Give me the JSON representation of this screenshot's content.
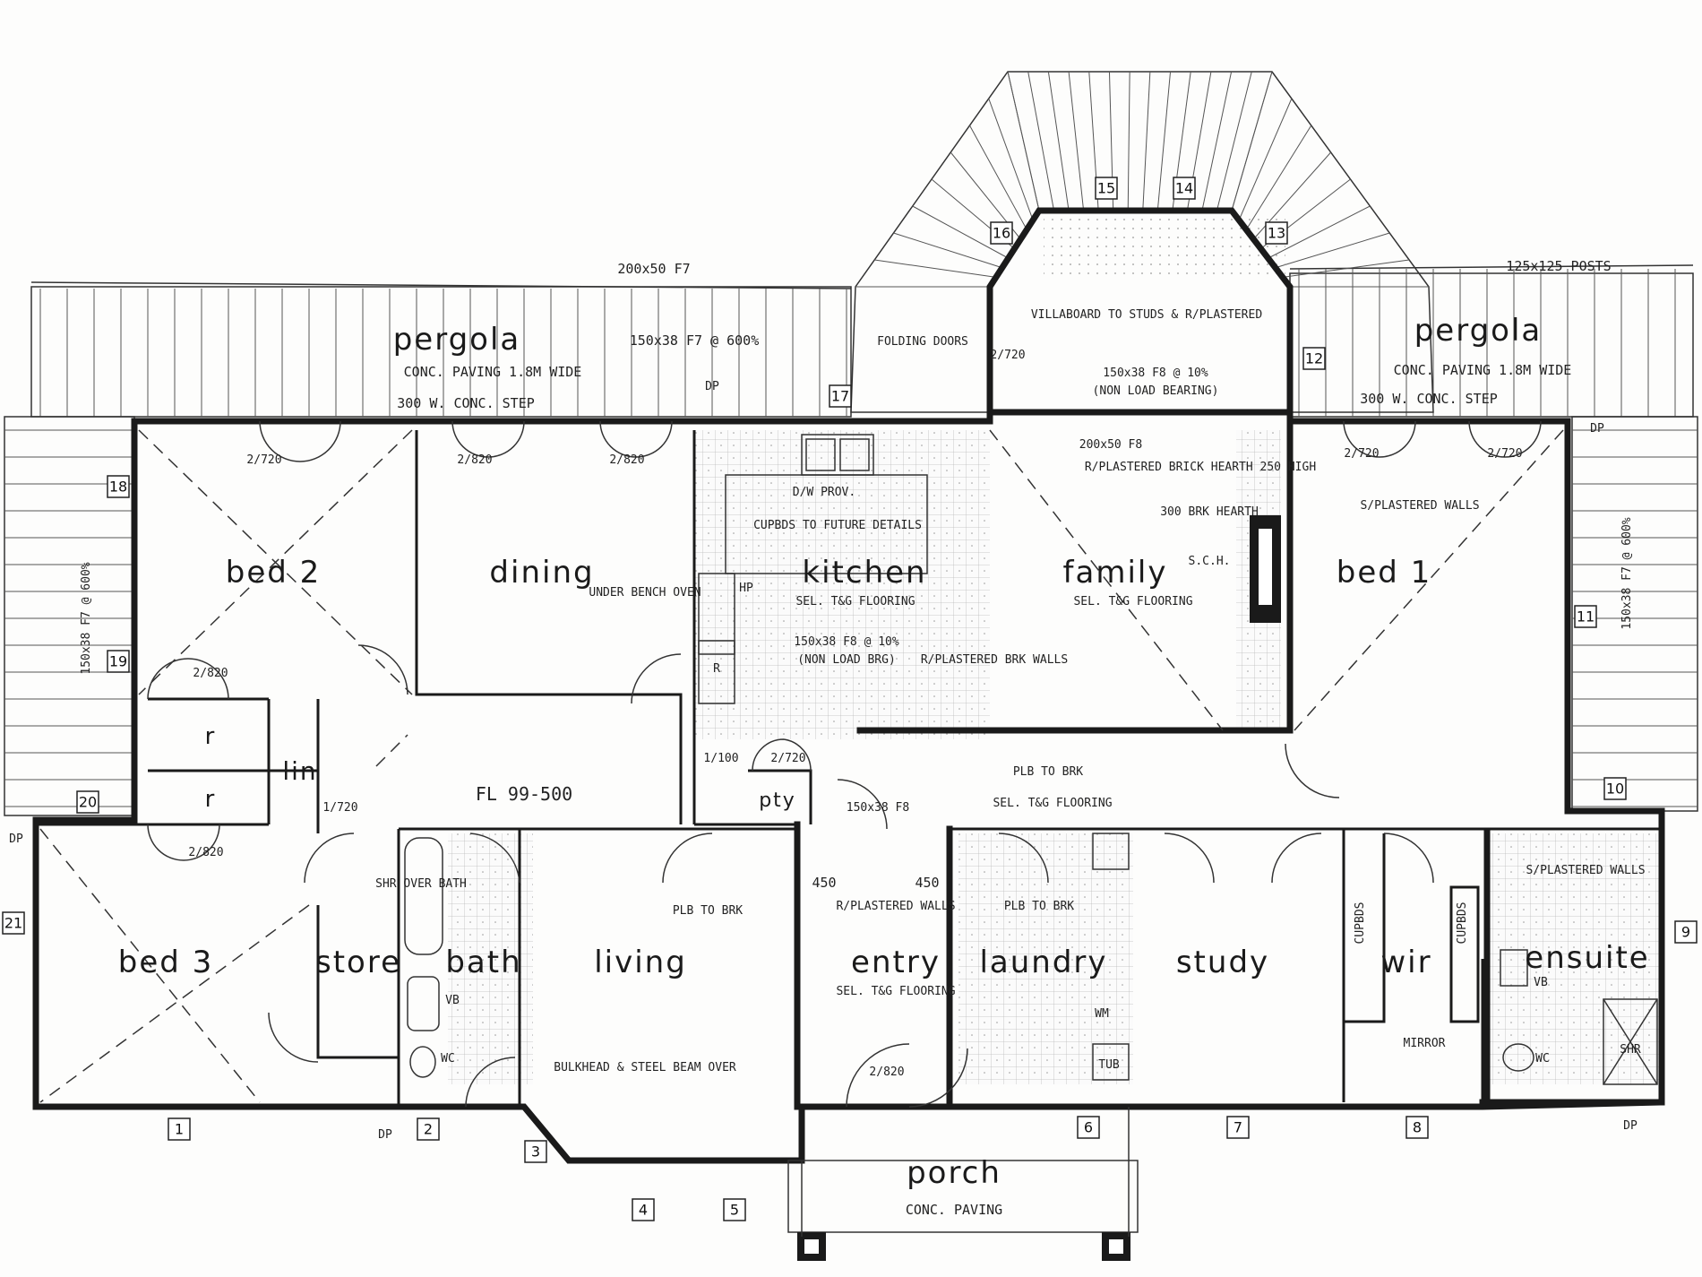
{
  "rooms": {
    "bed2": "bed 2",
    "dining": "dining",
    "kitchen": "kitchen",
    "family": "family",
    "bed1": "bed 1",
    "bed3": "bed 3",
    "store": "store",
    "bath": "bath",
    "living": "living",
    "entry": "entry",
    "laundry": "laundry",
    "study": "study",
    "wir": "wir",
    "ensuite": "ensuite",
    "porch": "porch",
    "pergola_left": "pergola",
    "pergola_right": "pergola",
    "lin": "lin",
    "r1": "r",
    "r2": "r",
    "pty": "pty"
  },
  "notes": {
    "floor_level": "FL 99-500",
    "pergola_left_paving": "CONC. PAVING 1.8M WIDE",
    "pergola_right_paving": "CONC. PAVING 1.8M WIDE",
    "step_left": "300 W. CONC. STEP",
    "step_right": "300 W. CONC. STEP",
    "beam_left": "200x50 F7",
    "rafters_left": "150x38 F7 @ 600%",
    "posts_right": "125x125 POSTS",
    "rafters_right": "150x38 F7 @ 600%",
    "weatherboard": "VILLABOARD TO STUDS & R/PLASTERED",
    "family_beam": "150x38 F8 @ 10%",
    "family_beam_note": "(NON LOAD BEARING)",
    "family_lintel": "200x50 F8",
    "hearth_wall": "R/PLASTERED BRICK HEARTH 250 HIGH",
    "hearth": "300 BRK HEARTH",
    "sch": "S.C.H.",
    "bed1_walls": "S/PLASTERED WALLS",
    "kitchen_prov": "D/W PROV.",
    "kitchen_cupboards": "CUPBDS TO FUTURE DETAILS",
    "kitchen_floor": "SEL. T&G FLOORING",
    "kitchen_beam": "150x38 F8 @ 10%",
    "kitchen_beam_note": "(NON LOAD BRG)",
    "under_bench": "UNDER BENCH OVEN",
    "hp": "HP",
    "fridge": "R",
    "family_floor": "SEL. T&G FLOORING",
    "plastered_brick": "R/PLASTERED BRK WALLS",
    "plb_hall": "PLB TO BRK",
    "hall_floor": "SEL. T&G FLOORING",
    "hall_beam": "150x38 F8",
    "living_plb": "PLB TO BRK",
    "bulkhead": "BULKHEAD & STEEL BEAM OVER",
    "entry_walls": "R/PLASTERED WALLS",
    "entry_floor": "SEL. T&G FLOORING",
    "laundry_plb": "PLB TO BRK",
    "shr_over_bath": "SHR OVER BATH",
    "vb": "VB",
    "wc": "WC",
    "tub": "TUB",
    "wm": "WM",
    "mirror": "MIRROR",
    "ensuite_walls": "S/PLASTERED WALLS",
    "shr": "SHR",
    "vb_ensuite": "VB",
    "wc_ensuite": "WC",
    "cupbds": "CUPBDS",
    "porch_paving": "CONC. PAVING",
    "folding_doors": "FOLDING DOORS",
    "dim_450_a": "450",
    "dim_450_b": "450",
    "dp": "DP",
    "door_2720": "2/720",
    "door_2820": "2/820",
    "door_1720": "1/720",
    "door_1100": "1/100",
    "door_820": "820",
    "door_720": "720"
  },
  "window_tags": [
    "1",
    "2",
    "3",
    "4",
    "5",
    "6",
    "7",
    "8",
    "9",
    "10",
    "11",
    "12",
    "13",
    "14",
    "15",
    "16",
    "17",
    "18",
    "19",
    "20",
    "21"
  ]
}
